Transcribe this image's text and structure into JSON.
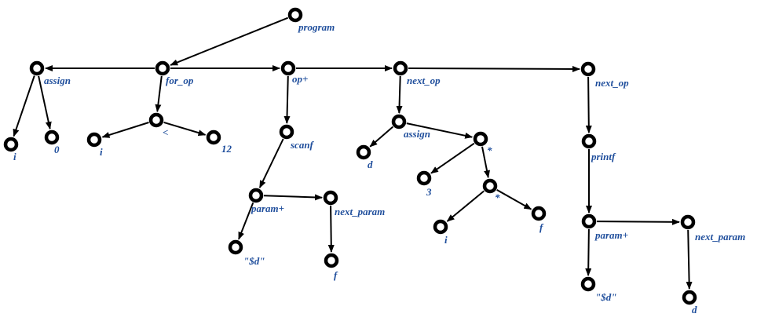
{
  "style": {
    "label_color": "#1f4e9c",
    "node_stroke": "#000000",
    "edge_color": "#000000"
  },
  "nodes": [
    {
      "id": "n1",
      "label": "program"
    },
    {
      "id": "n2",
      "label": "assign"
    },
    {
      "id": "n3",
      "label": "for_op"
    },
    {
      "id": "n4",
      "label": "op+"
    },
    {
      "id": "n5",
      "label": "next_op"
    },
    {
      "id": "n6",
      "label": "next_op"
    },
    {
      "id": "n7",
      "label": "i"
    },
    {
      "id": "n8",
      "label": "0"
    },
    {
      "id": "n9",
      "label": "<"
    },
    {
      "id": "n10",
      "label": "i"
    },
    {
      "id": "n11",
      "label": "12"
    },
    {
      "id": "n12",
      "label": "scanf"
    },
    {
      "id": "n13",
      "label": "param+"
    },
    {
      "id": "n14",
      "label": "next_param"
    },
    {
      "id": "n15",
      "label": "\"$d\""
    },
    {
      "id": "n16",
      "label": "f"
    },
    {
      "id": "n17",
      "label": "assign"
    },
    {
      "id": "n18",
      "label": "d"
    },
    {
      "id": "n19",
      "label": "*"
    },
    {
      "id": "n20",
      "label": "3"
    },
    {
      "id": "n21",
      "label": "*"
    },
    {
      "id": "n22",
      "label": "i"
    },
    {
      "id": "n23",
      "label": "f"
    },
    {
      "id": "n24",
      "label": "printf"
    },
    {
      "id": "n25",
      "label": "param+"
    },
    {
      "id": "n26",
      "label": "next_param"
    },
    {
      "id": "n27",
      "label": "\"$d\""
    },
    {
      "id": "n28",
      "label": "d"
    }
  ],
  "edges": [
    {
      "from": "n1",
      "to": "n3"
    },
    {
      "from": "n3",
      "to": "n2"
    },
    {
      "from": "n3",
      "to": "n4"
    },
    {
      "from": "n4",
      "to": "n5"
    },
    {
      "from": "n5",
      "to": "n6"
    },
    {
      "from": "n2",
      "to": "n7"
    },
    {
      "from": "n2",
      "to": "n8"
    },
    {
      "from": "n3",
      "to": "n9"
    },
    {
      "from": "n9",
      "to": "n10"
    },
    {
      "from": "n9",
      "to": "n11"
    },
    {
      "from": "n4",
      "to": "n12"
    },
    {
      "from": "n12",
      "to": "n13"
    },
    {
      "from": "n13",
      "to": "n14"
    },
    {
      "from": "n13",
      "to": "n15"
    },
    {
      "from": "n14",
      "to": "n16"
    },
    {
      "from": "n5",
      "to": "n17"
    },
    {
      "from": "n17",
      "to": "n18"
    },
    {
      "from": "n17",
      "to": "n19"
    },
    {
      "from": "n19",
      "to": "n20"
    },
    {
      "from": "n19",
      "to": "n21"
    },
    {
      "from": "n21",
      "to": "n22"
    },
    {
      "from": "n21",
      "to": "n23"
    },
    {
      "from": "n6",
      "to": "n24"
    },
    {
      "from": "n24",
      "to": "n25"
    },
    {
      "from": "n25",
      "to": "n26"
    },
    {
      "from": "n25",
      "to": "n27"
    },
    {
      "from": "n26",
      "to": "n28"
    }
  ]
}
